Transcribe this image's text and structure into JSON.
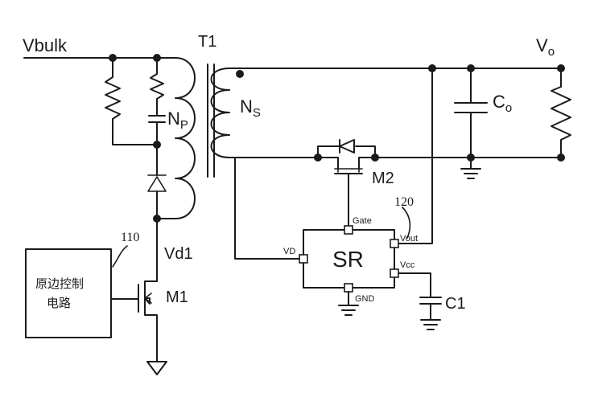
{
  "labels": {
    "vbulk": "Vbulk",
    "t1": "T1",
    "np_main": "N",
    "np_sub": "P",
    "ns_main": "N",
    "ns_sub": "S",
    "vo_main": "V",
    "vo_sub": "o",
    "co_main": "C",
    "co_sub": "o",
    "m2": "M2",
    "ref_120": "120",
    "ref_110": "110",
    "vd1": "Vd1",
    "m1": "M1",
    "sr": "SR",
    "pin_gate": "Gate",
    "pin_vout": "Vout",
    "pin_vd": "VD",
    "pin_vcc": "Vcc",
    "pin_gnd": "GND",
    "c1": "C1",
    "primary_ctrl_line1": "原边控制",
    "primary_ctrl_line2": "电路"
  }
}
